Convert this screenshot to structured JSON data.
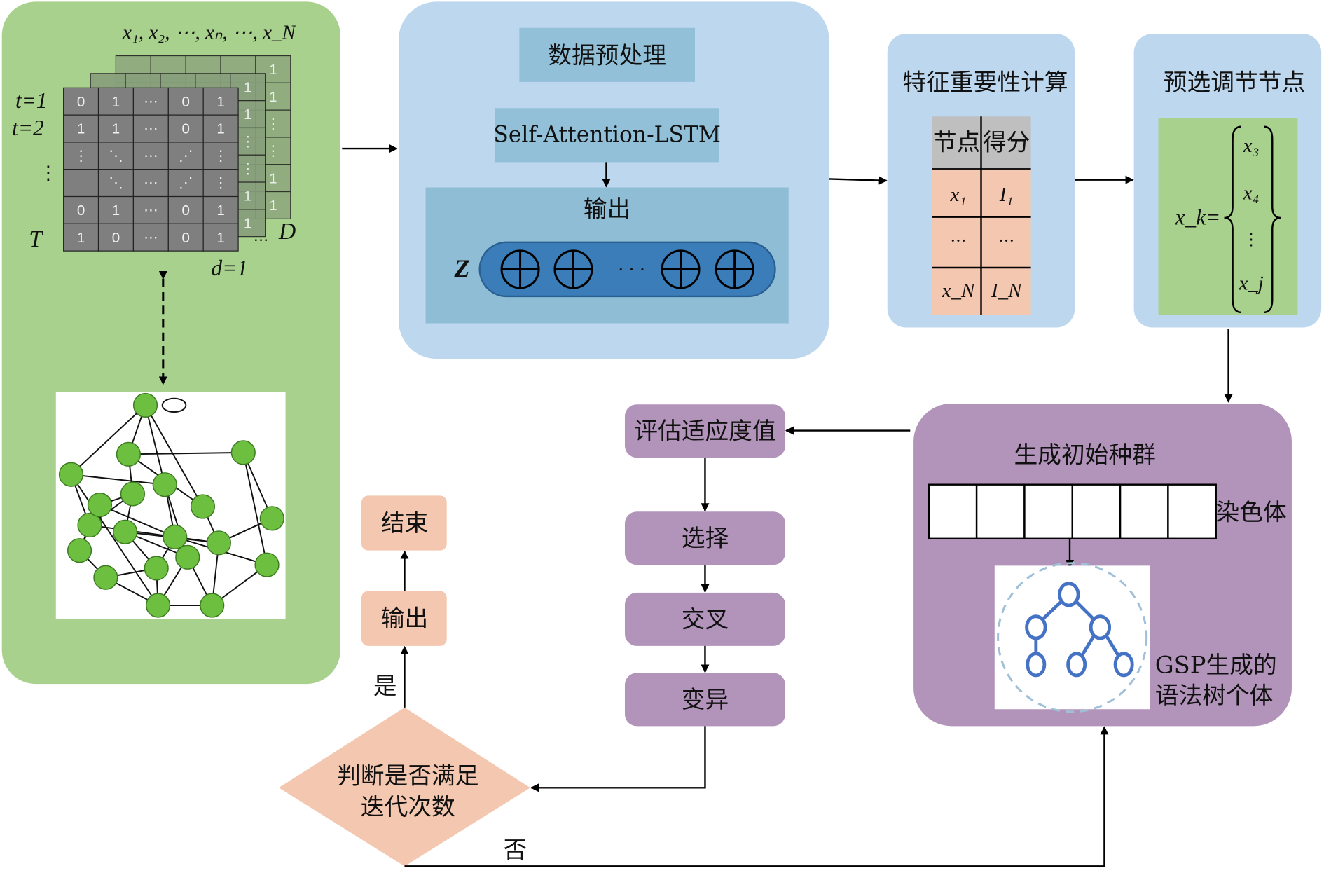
{
  "colors": {
    "green_panel": "#a9d18e",
    "blue_panel": "#bdd7ee",
    "blue_box": "#92c0d8",
    "pill": "#3a7db8",
    "purple": "#b294bb",
    "salmon": "#f4c7b0",
    "gray_header": "#bfbfbf"
  },
  "input": {
    "features_label": "x₁, x₂, ⋯, xₙ, ⋯, x_N",
    "row_labels": [
      "t=1",
      "t=2",
      "⋮",
      "T"
    ],
    "depth_first": "d=1",
    "depth_dots": "⋯",
    "depth_last": "D",
    "matrix": [
      [
        "0",
        "1",
        "⋯",
        "0",
        "1"
      ],
      [
        "1",
        "1",
        "⋯",
        "0",
        "1"
      ],
      [
        "⋮",
        "⋱",
        "⋯",
        "⋰",
        "⋮"
      ],
      [
        "",
        "⋱",
        "⋯",
        "⋰",
        "⋮"
      ],
      [
        "0",
        "1",
        "⋯",
        "0",
        "1"
      ],
      [
        "1",
        "0",
        "⋯",
        "0",
        "1"
      ]
    ],
    "back_col": [
      "1",
      "1",
      "⋮",
      "⋮",
      "1",
      "1"
    ]
  },
  "model": {
    "preprocess": "数据预处理",
    "lstm": "Self-Attention-LSTM",
    "output_label": "输出",
    "z_label": "Z",
    "dots": "· · ·"
  },
  "importance": {
    "title": "特征重要性计算",
    "header": [
      "节点",
      "得分"
    ],
    "rows": [
      [
        "x₁",
        "I₁"
      ],
      [
        "···",
        "···"
      ],
      [
        "x_N",
        "I_N"
      ]
    ]
  },
  "preselect": {
    "title": "预选调节节点",
    "lhs": "x_k=",
    "set": [
      "x₃",
      "x₄",
      "⋮",
      "x_j"
    ]
  },
  "ga": {
    "init_title": "生成初始种群",
    "chromosome_label": "染色体",
    "tree_label_1": "GSP生成的",
    "tree_label_2": "语法树个体",
    "evaluate": "评估适应度值",
    "select": "选择",
    "crossover": "交叉",
    "mutate": "变异",
    "decision_1": "判断是否满足",
    "decision_2": "迭代次数",
    "yes": "是",
    "no": "否",
    "output": "输出",
    "end": "结束"
  }
}
